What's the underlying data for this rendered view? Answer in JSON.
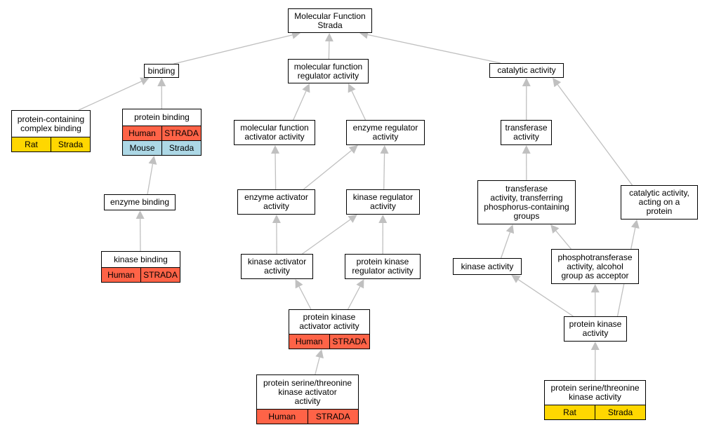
{
  "colors": {
    "edge": "#c0c0c0",
    "human": "#ff6347",
    "mouse": "#add8e6",
    "rat": "#ffd700"
  },
  "nodes": {
    "mf_root": {
      "label": "Molecular Function\nStrada"
    },
    "binding": {
      "label": "binding"
    },
    "mf_regulator": {
      "label": "molecular function\nregulator activity"
    },
    "catalytic": {
      "label": "catalytic activity"
    },
    "protein_complex_binding": {
      "label": "protein-containing\ncomplex binding",
      "annotations": [
        {
          "species": "Rat",
          "gene": "Strada",
          "color": "#ffd700"
        }
      ]
    },
    "protein_binding": {
      "label": "protein binding",
      "annotations": [
        {
          "species": "Human",
          "gene": "STRADA",
          "color": "#ff6347"
        },
        {
          "species": "Mouse",
          "gene": "Strada",
          "color": "#add8e6"
        }
      ]
    },
    "mf_activator": {
      "label": "molecular function\nactivator activity"
    },
    "enzyme_regulator": {
      "label": "enzyme regulator\nactivity"
    },
    "transferase": {
      "label": "transferase\nactivity"
    },
    "transferase_phospho": {
      "label": "transferase\nactivity, transferring\nphosphorus-containing\ngroups"
    },
    "catalytic_protein": {
      "label": "catalytic activity,\nacting on a\nprotein"
    },
    "enzyme_binding": {
      "label": "enzyme binding"
    },
    "enzyme_activator": {
      "label": "enzyme activator\nactivity"
    },
    "kinase_regulator": {
      "label": "kinase regulator\nactivity"
    },
    "kinase_binding": {
      "label": "kinase binding",
      "annotations": [
        {
          "species": "Human",
          "gene": "STRADA",
          "color": "#ff6347"
        }
      ]
    },
    "kinase_activator": {
      "label": "kinase activator\nactivity"
    },
    "protein_kinase_regulator": {
      "label": "protein kinase\nregulator activity"
    },
    "kinase_activity": {
      "label": "kinase activity"
    },
    "phosphotransferase": {
      "label": "phosphotransferase\nactivity, alcohol\ngroup as acceptor"
    },
    "protein_kinase_activator": {
      "label": "protein kinase\nactivator activity",
      "annotations": [
        {
          "species": "Human",
          "gene": "STRADA",
          "color": "#ff6347"
        }
      ]
    },
    "protein_kinase": {
      "label": "protein kinase\nactivity"
    },
    "pst_kinase_activator": {
      "label": "protein serine/threonine\nkinase activator\nactivity",
      "annotations": [
        {
          "species": "Human",
          "gene": "STRADA",
          "color": "#ff6347"
        }
      ]
    },
    "pst_kinase": {
      "label": "protein serine/threonine\nkinase activity",
      "annotations": [
        {
          "species": "Rat",
          "gene": "Strada",
          "color": "#ffd700"
        }
      ]
    }
  },
  "edges": [
    [
      "binding",
      "mf_root"
    ],
    [
      "mf_regulator",
      "mf_root"
    ],
    [
      "catalytic",
      "mf_root"
    ],
    [
      "protein_complex_binding",
      "binding"
    ],
    [
      "protein_binding",
      "binding"
    ],
    [
      "mf_activator",
      "mf_regulator"
    ],
    [
      "enzyme_regulator",
      "mf_regulator"
    ],
    [
      "transferase",
      "catalytic"
    ],
    [
      "catalytic_protein",
      "catalytic"
    ],
    [
      "enzyme_binding",
      "protein_binding"
    ],
    [
      "kinase_binding",
      "enzyme_binding"
    ],
    [
      "enzyme_activator",
      "mf_activator"
    ],
    [
      "enzyme_activator",
      "enzyme_regulator"
    ],
    [
      "kinase_regulator",
      "enzyme_regulator"
    ],
    [
      "kinase_activator",
      "enzyme_activator"
    ],
    [
      "kinase_activator",
      "kinase_regulator"
    ],
    [
      "protein_kinase_regulator",
      "kinase_regulator"
    ],
    [
      "protein_kinase_activator",
      "kinase_activator"
    ],
    [
      "protein_kinase_activator",
      "protein_kinase_regulator"
    ],
    [
      "pst_kinase_activator",
      "protein_kinase_activator"
    ],
    [
      "transferase_phospho",
      "transferase"
    ],
    [
      "kinase_activity",
      "transferase_phospho"
    ],
    [
      "phosphotransferase",
      "transferase_phospho"
    ],
    [
      "protein_kinase",
      "kinase_activity"
    ],
    [
      "protein_kinase",
      "phosphotransferase"
    ],
    [
      "protein_kinase",
      "catalytic_protein"
    ],
    [
      "pst_kinase",
      "protein_kinase"
    ]
  ]
}
